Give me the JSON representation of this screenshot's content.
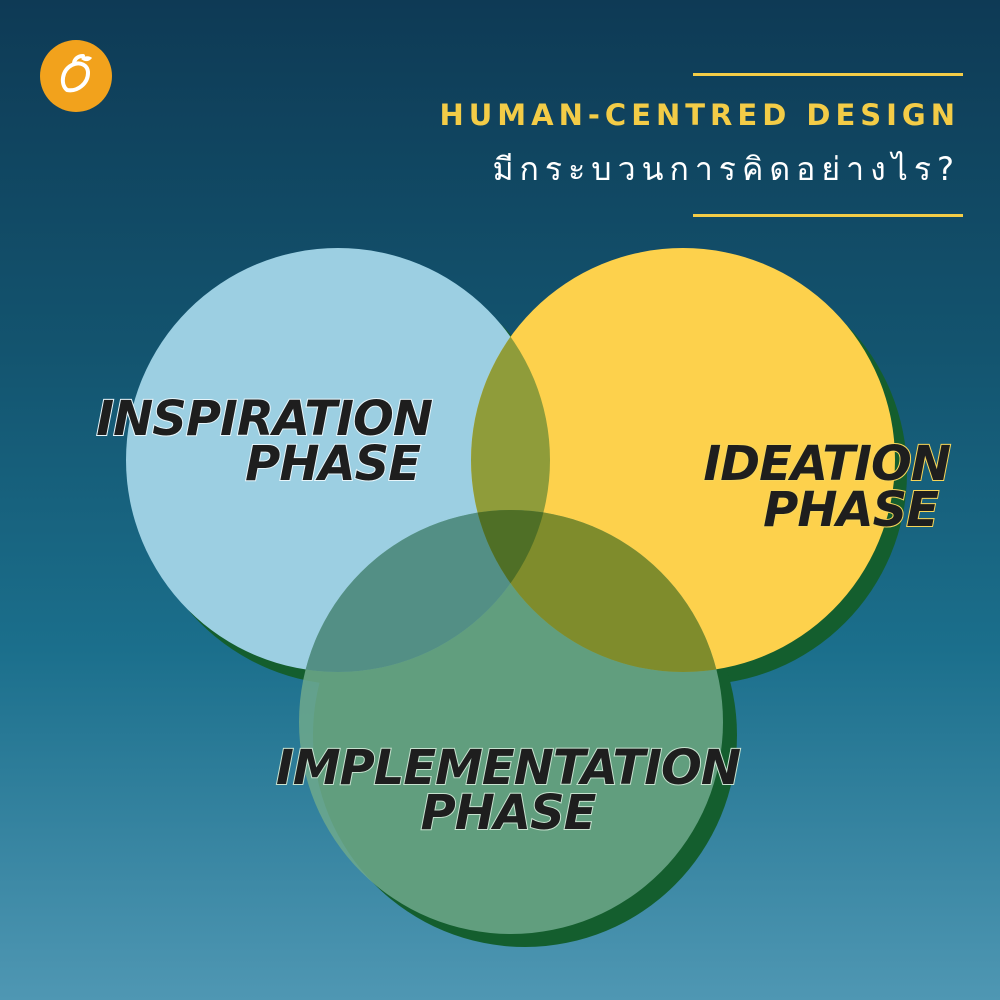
{
  "header": {
    "title": "HUMAN-CENTRED DESIGN",
    "subtitle": "มีกระบวนการคิดอย่างไร?"
  },
  "diagram": {
    "inspiration": {
      "line1": "INSPIRATION",
      "line2": "PHASE",
      "color": "#9ccfe2"
    },
    "ideation": {
      "line1": "IDEATION",
      "line2": "PHASE",
      "color": "#fdd14c"
    },
    "implementation": {
      "line1": "IMPLEMENTATION",
      "line2": "PHASE",
      "color": "#7fb095"
    },
    "shadow_color": "#145e2e"
  },
  "colors": {
    "accent": "#f3cc47",
    "logo_bg": "#f2a21c"
  },
  "icons": {
    "logo": "mango-logo-icon"
  }
}
